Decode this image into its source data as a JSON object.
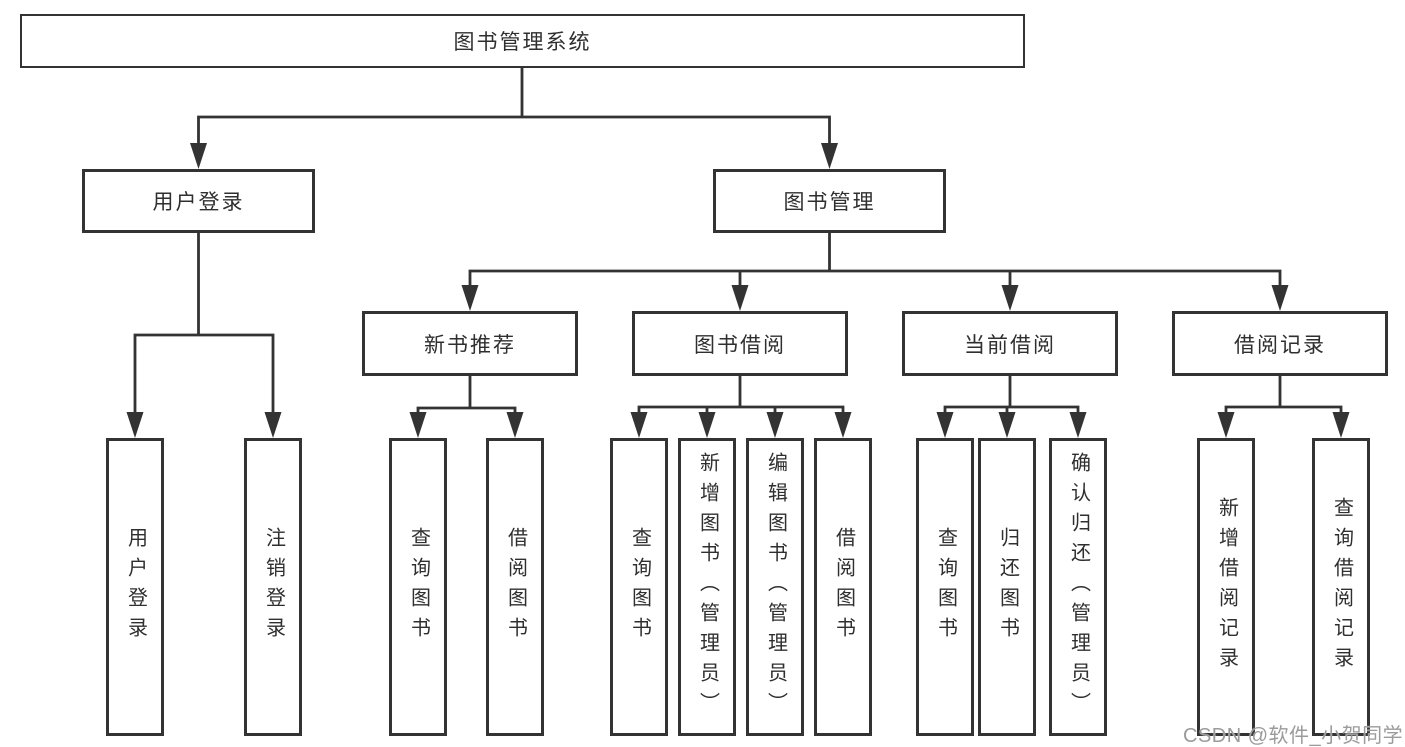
{
  "diagram": {
    "root": {
      "label": "图书管理系统"
    },
    "level2": {
      "user_login": {
        "label": "用户登录"
      },
      "book_management": {
        "label": "图书管理"
      }
    },
    "level3": {
      "new_book_recommend": {
        "label": "新书推荐"
      },
      "book_borrow": {
        "label": "图书借阅"
      },
      "current_borrow": {
        "label": "当前借阅"
      },
      "borrow_records": {
        "label": "借阅记录"
      }
    },
    "leaves": {
      "user_login": {
        "label": "用户登录"
      },
      "logout": {
        "label": "注销登录"
      },
      "recommend_query": {
        "label": "查询图书"
      },
      "recommend_borrow": {
        "label": "借阅图书"
      },
      "borrow_query": {
        "label": "查询图书"
      },
      "borrow_add": {
        "label": "新增图书（管理员）"
      },
      "borrow_edit": {
        "label": "编辑图书（管理员）"
      },
      "borrow_borrow": {
        "label": "借阅图书"
      },
      "current_query": {
        "label": "查询图书"
      },
      "current_return": {
        "label": "归还图书"
      },
      "current_confirm": {
        "label": "确认归还（管理员）"
      },
      "records_add": {
        "label": "新增借阅记录"
      },
      "records_query": {
        "label": "查询借阅记录"
      }
    },
    "colors": {
      "line": "#333333",
      "box_border": "#333333",
      "text": "#2f2f2f",
      "background": "#ffffff"
    }
  },
  "watermark": {
    "text": "CSDN @软件_小贺同学",
    "color": "#9b9b9b"
  }
}
